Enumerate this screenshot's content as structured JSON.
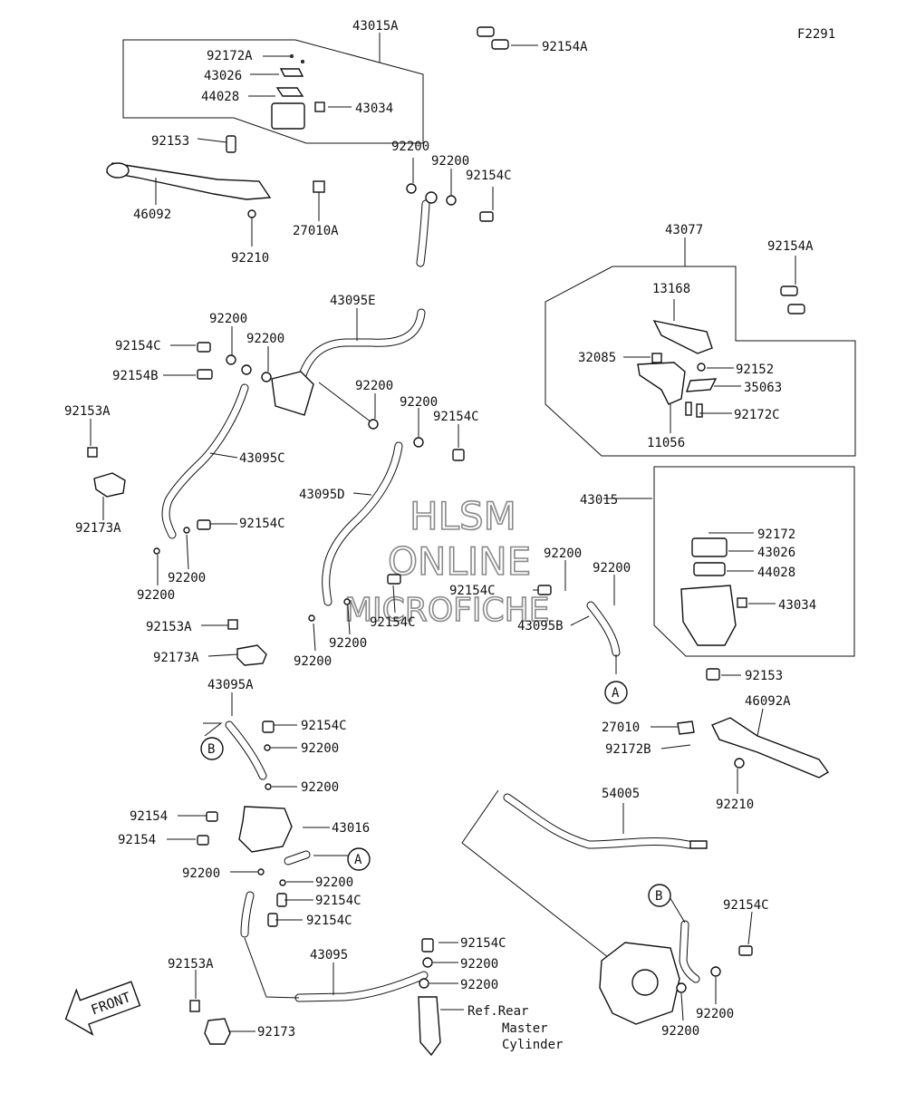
{
  "figure_id": "F2291",
  "watermark": {
    "line1": "HLSM",
    "line2": "ONLINE",
    "line3": "MICROFICHE"
  },
  "front_arrow_label": "FRONT",
  "ref_note": {
    "line1": "Ref.Rear",
    "line2": "Master",
    "line3": "Cylinder"
  },
  "markers": {
    "a": "A",
    "b": "B"
  },
  "labels": [
    "43015A",
    "92154A",
    "92172A",
    "43026",
    "44028",
    "43034",
    "92153",
    "46092",
    "92210",
    "27010A",
    "92200",
    "92200",
    "92154C",
    "43077",
    "92154A",
    "13168",
    "32085",
    "92152",
    "35063",
    "92172C",
    "11056",
    "43095E",
    "92200",
    "92154C",
    "92154B",
    "92200",
    "92200",
    "92200",
    "92154C",
    "92153A",
    "43095C",
    "92173A",
    "43095D",
    "92154C",
    "92200",
    "92200",
    "43015",
    "92172",
    "43026",
    "44028",
    "43034",
    "92200",
    "92200",
    "92154C",
    "43095B",
    "92154C",
    "92200",
    "92200",
    "92153A",
    "92173A",
    "92153",
    "43095A",
    "92154C",
    "92200",
    "46092A",
    "27010",
    "92172B",
    "92210",
    "92200",
    "92154",
    "43016",
    "92154",
    "54005",
    "92200",
    "92200",
    "92154C",
    "92154C",
    "92154C",
    "43095",
    "92154C",
    "92200",
    "92153A",
    "92200",
    "92173",
    "92200",
    "92200"
  ]
}
